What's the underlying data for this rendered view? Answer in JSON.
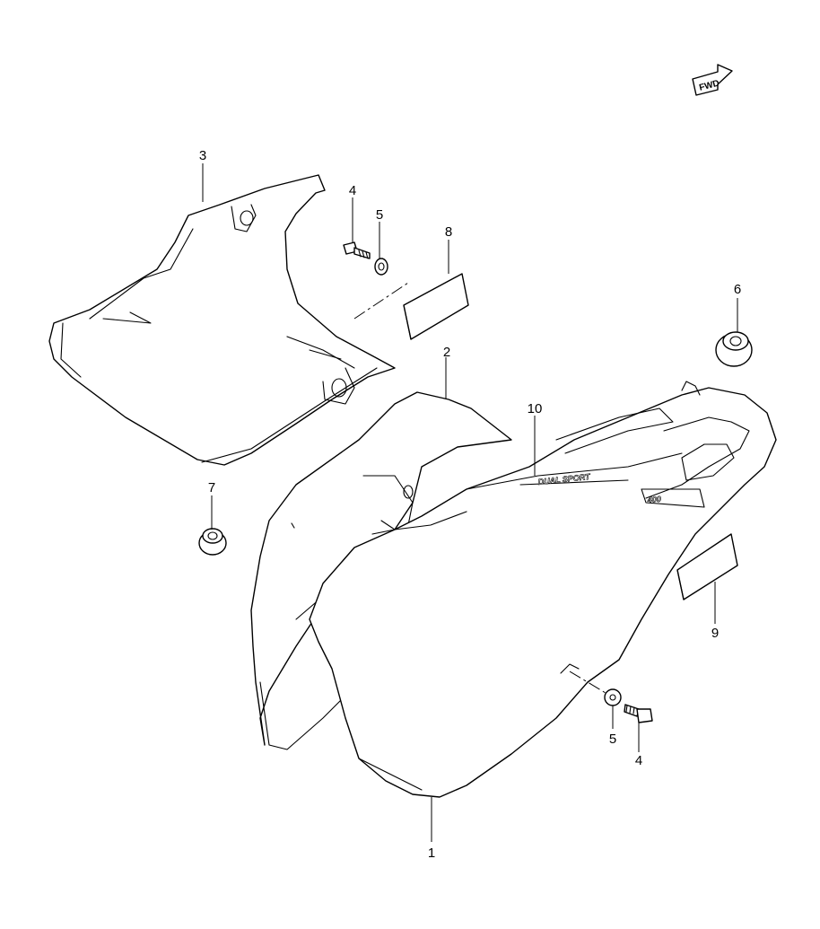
{
  "badge": {
    "fwd_label": "FWD"
  },
  "decal": {
    "line1": "DUAL SPORT",
    "line2": "400"
  },
  "callouts": [
    {
      "id": "c1",
      "label": "1"
    },
    {
      "id": "c2",
      "label": "2"
    },
    {
      "id": "c3",
      "label": "3"
    },
    {
      "id": "c4a",
      "label": "4"
    },
    {
      "id": "c5a",
      "label": "5"
    },
    {
      "id": "c4b",
      "label": "4"
    },
    {
      "id": "c5b",
      "label": "5"
    },
    {
      "id": "c6",
      "label": "6"
    },
    {
      "id": "c7",
      "label": "7"
    },
    {
      "id": "c8",
      "label": "8"
    },
    {
      "id": "c9",
      "label": "9"
    },
    {
      "id": "c10",
      "label": "10"
    }
  ]
}
